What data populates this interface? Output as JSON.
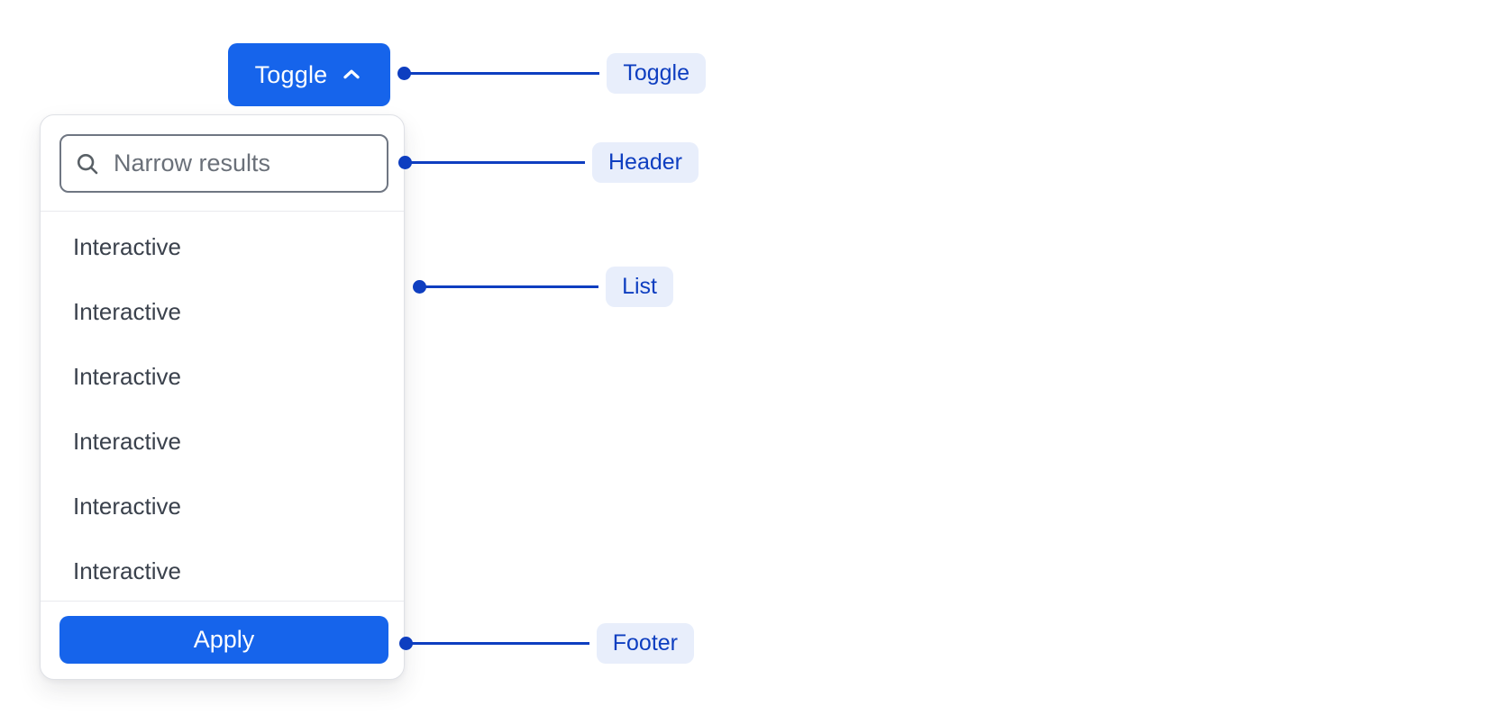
{
  "toggle_button": {
    "label": "Toggle"
  },
  "dropdown": {
    "header": {
      "search_placeholder": "Narrow results"
    },
    "list": {
      "items": [
        "Interactive",
        "Interactive",
        "Interactive",
        "Interactive",
        "Interactive",
        "Interactive"
      ]
    },
    "footer": {
      "apply_label": "Apply"
    }
  },
  "annotations": {
    "toggle": "Toggle",
    "header": "Header",
    "list": "List",
    "footer": "Footer"
  },
  "colors": {
    "primary_button": "#1664eb",
    "annotation_line": "#0e3ec0",
    "annotation_pill_bg": "#e8eefb",
    "panel_border": "#dfe1e6",
    "divider": "#e9eaee",
    "input_border": "#6f7682",
    "item_text": "#3a414c",
    "placeholder_text": "#6a7079",
    "icon_gray": "#596066",
    "page_bg": "#ffffff"
  }
}
